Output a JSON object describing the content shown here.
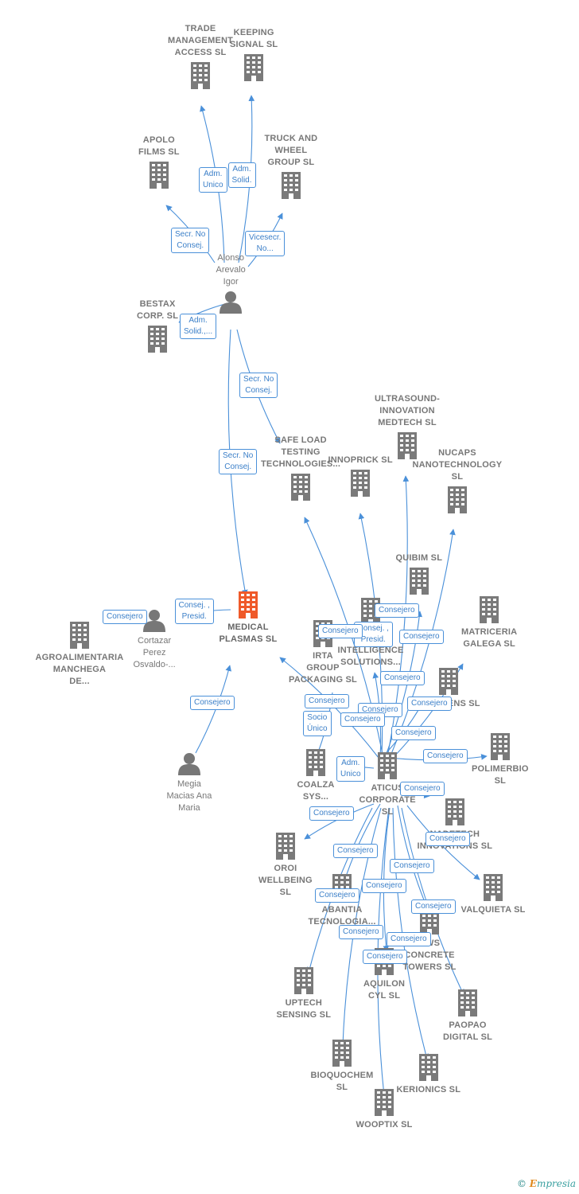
{
  "colors": {
    "edge": "#4a90d9",
    "building": "#7a7a7a",
    "building_main": "#ef5a2a",
    "person": "#777777"
  },
  "nodes": [
    {
      "id": "trade",
      "type": "company",
      "label": "TRADE\nMANAGEMENT\nACCESS  SL"
    },
    {
      "id": "keeping",
      "type": "company",
      "label": "KEEPING\nSIGNAL  SL"
    },
    {
      "id": "apolo",
      "type": "company",
      "label": "APOLO\nFILMS SL"
    },
    {
      "id": "truck",
      "type": "company",
      "label": "TRUCK AND\nWHEEL\nGROUP  SL"
    },
    {
      "id": "alonso",
      "type": "person",
      "label": "Alonso\nArevalo\nIgor"
    },
    {
      "id": "bestax",
      "type": "company",
      "label": "BESTAX\nCORP.  SL"
    },
    {
      "id": "safeload",
      "type": "company",
      "label": "SAFE LOAD\nTESTING\nTECHNOLOGIES..."
    },
    {
      "id": "ultrasound",
      "type": "company",
      "label": "ULTRASOUND-\nINNOVATION\nMEDTECH  SL"
    },
    {
      "id": "innoprick",
      "type": "company",
      "label": "INNOPRICK  SL"
    },
    {
      "id": "nucaps",
      "type": "company",
      "label": "NUCAPS\nNANOTECHNOLOGY\nSL"
    },
    {
      "id": "quibim",
      "type": "company",
      "label": "QUIBIM SL"
    },
    {
      "id": "medical",
      "type": "company-main",
      "label": "MEDICAL\nPLASMAS  SL"
    },
    {
      "id": "cortazar",
      "type": "person",
      "label": "Cortazar\nPerez\nOsvaldo-..."
    },
    {
      "id": "agro",
      "type": "company",
      "label": "AGROALIMENTARIA\nMANCHEGA\nDE..."
    },
    {
      "id": "matriceria",
      "type": "company",
      "label": "MATRICERIA\nGALEGA SL"
    },
    {
      "id": "irta",
      "type": "company",
      "label": "IRTA\nGROUP\nPACKAGING SL"
    },
    {
      "id": "intelligence",
      "type": "company",
      "label": "INTELLIGENCE\nSOLUTIONS..."
    },
    {
      "id": "eversens",
      "type": "company",
      "label": "EVERSENS  SL"
    },
    {
      "id": "megia",
      "type": "person",
      "label": "Megia\nMacias Ana\nMaria"
    },
    {
      "id": "coalza",
      "type": "company",
      "label": "COALZA\nSYS..."
    },
    {
      "id": "aticus",
      "type": "company",
      "label": "ATICUS\nCORPORATE\nSL"
    },
    {
      "id": "polimerbio",
      "type": "company",
      "label": "POLIMERBIO\nSL"
    },
    {
      "id": "nadetech",
      "type": "company",
      "label": "NADETECH\nINNOVATIONS SL"
    },
    {
      "id": "oroi",
      "type": "company",
      "label": "OROI\nWELLBEING\nSL"
    },
    {
      "id": "abantia",
      "type": "company",
      "label": "ABANTIA\nTECNOLOGIA..."
    },
    {
      "id": "valquieta",
      "type": "company",
      "label": "VALQUIETA  SL"
    },
    {
      "id": "hws",
      "type": "company",
      "label": "HWS\nCONCRETE\nTOWERS  SL"
    },
    {
      "id": "aquilon",
      "type": "company",
      "label": "AQUILON\nCYL SL"
    },
    {
      "id": "uptech",
      "type": "company",
      "label": "UPTECH\nSENSING  SL"
    },
    {
      "id": "paopao",
      "type": "company",
      "label": "PAOPAO\nDIGITAL  SL"
    },
    {
      "id": "bioquochem",
      "type": "company",
      "label": "BIOQUOCHEM\nSL"
    },
    {
      "id": "kerionics",
      "type": "company",
      "label": "KERIONICS  SL"
    },
    {
      "id": "wooptix",
      "type": "company",
      "label": "WOOPTIX  SL"
    }
  ],
  "edge_labels": [
    "Adm.\nUnico",
    "Adm.\nSolid.",
    "Secr.  No\nConsej.",
    "Vicesecr.\nNo...",
    "Adm.\nSolid.,...",
    "Secr.  No\nConsej.",
    "Secr.  No\nConsej.",
    "Consej. ,\nPresid.",
    "Consejero",
    "Consejero",
    "Consejero",
    "Consej. ,\nPresid.",
    "Consejero",
    "Consejero",
    "Consejero",
    "Consejero",
    "Consejero",
    "Consejero",
    "Consejero",
    "Socio\nÚnico",
    "Consejero",
    "Adm.\nUnico",
    "Consejero",
    "Consejero",
    "Consejero",
    "Consejero",
    "Consejero",
    "Consejero",
    "Consejero",
    "Consejero",
    "Consejero",
    "Consejero",
    "Consejero",
    "Consejero"
  ],
  "footer": {
    "copyright": "©",
    "brand_first": "E",
    "brand_rest": "mpresia"
  }
}
